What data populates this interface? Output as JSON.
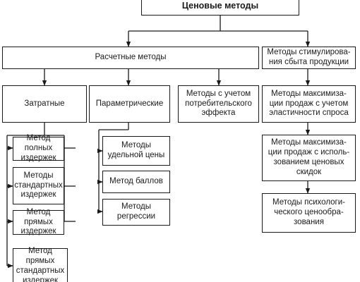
{
  "diagram": {
    "root": "Ценовые методы",
    "calc_methods": "Расчетные методы",
    "stimulation": [
      "Методы стимулирова-",
      "ния сбыта продукции"
    ],
    "costly": "Затратные",
    "parametric": "Параметрические",
    "consumer_effect": [
      "Методы с учетом",
      "потребительского",
      "эффекта"
    ],
    "max_elasticity": [
      "Методы максимиза-",
      "ции продаж с учетом",
      "эластичности спроса"
    ],
    "full_costs": [
      "Метод полных",
      "издержек"
    ],
    "standard_costs": [
      "Методы",
      "стандартных",
      "издержек"
    ],
    "direct_costs": [
      "Метод прямых",
      "издержек"
    ],
    "direct_standard_costs": [
      "Метод прямых",
      "стандартных",
      "издержек"
    ],
    "unit_price": [
      "Методы",
      "удельной цены"
    ],
    "points": "Метод баллов",
    "regression": [
      "Методы",
      "регрессии"
    ],
    "max_discounts": [
      "Методы максимиза-",
      "ции продаж с исполь-",
      "зованием ценовых",
      "скидок"
    ],
    "psychological": [
      "Методы психологи-",
      "ческого ценообра-",
      "зования"
    ]
  }
}
